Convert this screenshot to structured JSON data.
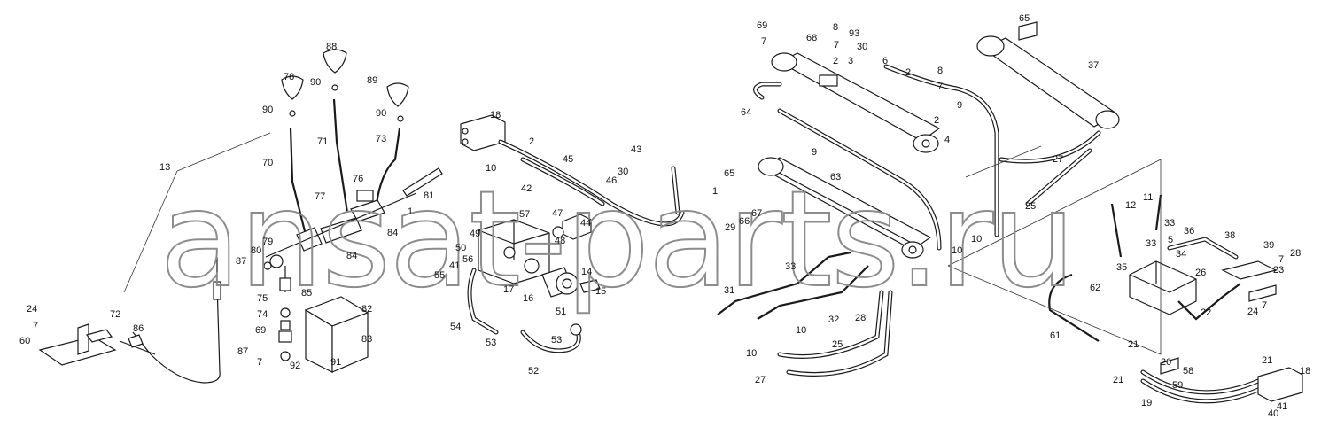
{
  "watermark": "ansat-parts.ru",
  "callouts": [
    "1",
    "2",
    "3",
    "4",
    "5",
    "6",
    "7",
    "8",
    "9",
    "10",
    "11",
    "12",
    "13",
    "14",
    "15",
    "16",
    "17",
    "18",
    "19",
    "20",
    "21",
    "22",
    "23",
    "24",
    "25",
    "26",
    "27",
    "28",
    "29",
    "30",
    "31",
    "32",
    "33",
    "34",
    "35",
    "36",
    "37",
    "38",
    "39",
    "40",
    "41",
    "42",
    "43",
    "44",
    "45",
    "46",
    "47",
    "48",
    "49",
    "50",
    "51",
    "52",
    "53",
    "54",
    "55",
    "56",
    "57",
    "58",
    "59",
    "60",
    "61",
    "62",
    "63",
    "64",
    "65",
    "66",
    "67",
    "68",
    "69",
    "70",
    "71",
    "72",
    "73",
    "74",
    "75",
    "76",
    "77",
    "78",
    "79",
    "80",
    "81",
    "82",
    "83",
    "84",
    "85",
    "86",
    "87",
    "88",
    "89",
    "90",
    "91",
    "92",
    "93"
  ]
}
